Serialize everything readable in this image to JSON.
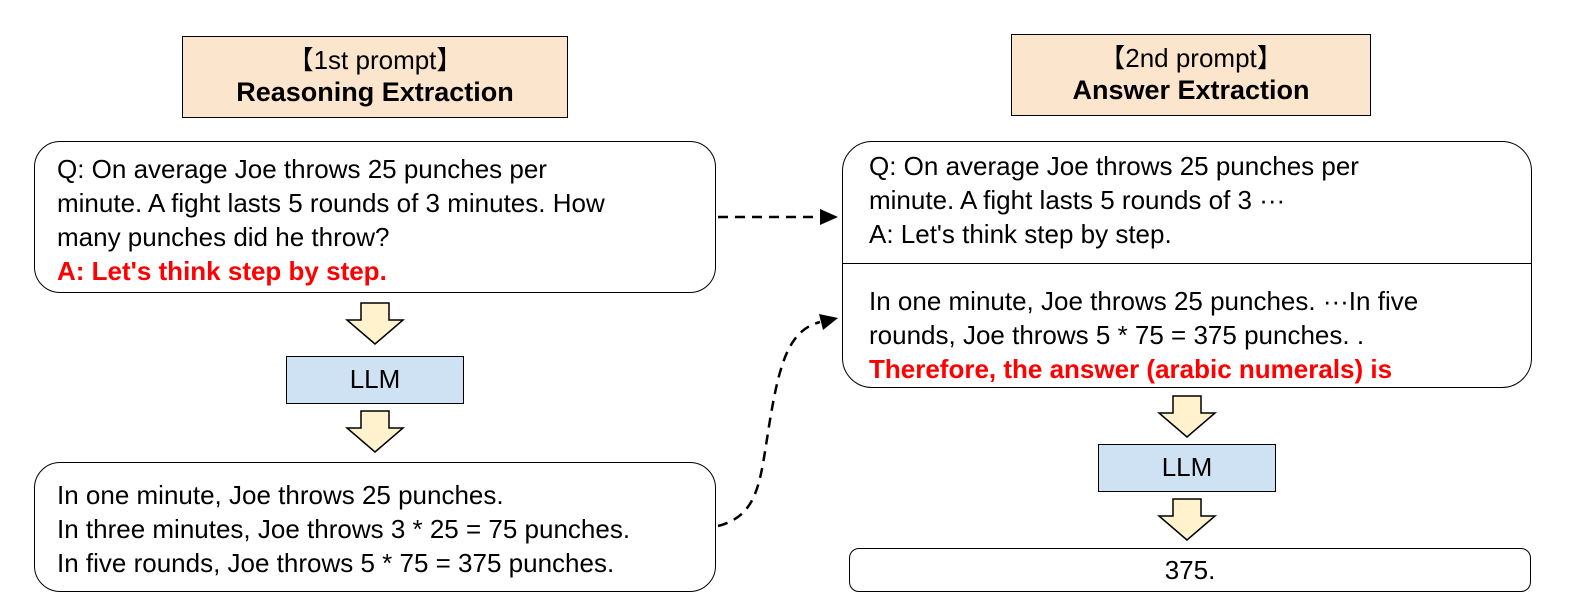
{
  "left": {
    "header": {
      "line1": "【1st prompt】",
      "line2": "Reasoning Extraction"
    },
    "question": {
      "lines": [
        "Q: On average Joe throws 25 punches per",
        "minute.  A fight lasts 5 rounds of 3 minutes.  How",
        "many punches did he throw?"
      ],
      "trigger": "A: Let's think step by step."
    },
    "llm_label": "LLM",
    "output": {
      "lines": [
        "In one minute, Joe throws 25 punches.",
        "In three minutes, Joe throws 3 * 25 = 75 punches.",
        "In five rounds, Joe throws 5 * 75 = 375 punches."
      ]
    }
  },
  "right": {
    "header": {
      "line1": "【2nd prompt】",
      "line2": "Answer Extraction"
    },
    "prompt_top": {
      "lines": [
        "Q: On average Joe throws 25 punches per",
        "minute.  A fight lasts 5 rounds of 3 ···",
        "A: Let's think step by step."
      ]
    },
    "prompt_bottom": {
      "lines": [
        "In one minute, Joe throws 25 punches. ···In five",
        "rounds, Joe throws 5 * 75 = 375 punches. ."
      ],
      "trigger": "Therefore, the answer (arabic numerals) is"
    },
    "llm_label": "LLM",
    "answer": "375."
  },
  "colors": {
    "header_fill": "#fce5cd",
    "llm_fill": "#cfe2f3",
    "arrow_fill": "#fff2cc",
    "trigger_text": "#ff0000"
  }
}
